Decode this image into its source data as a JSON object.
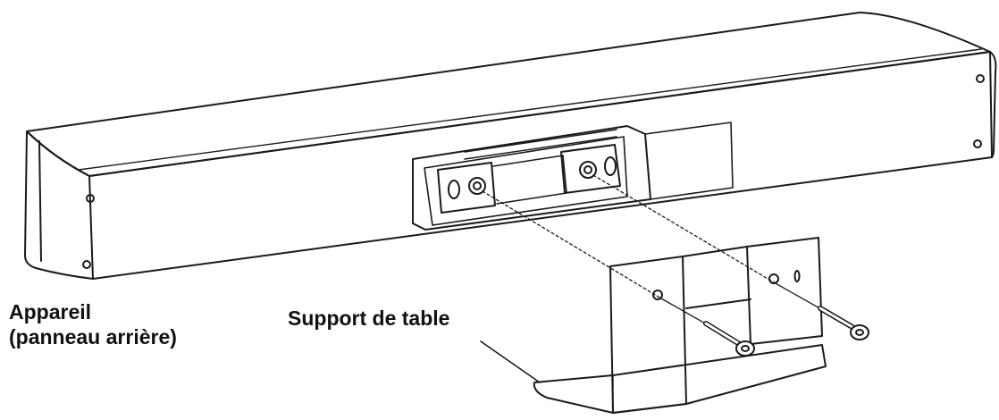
{
  "labels": {
    "device_line1": "Appareil",
    "device_line2": "(panneau arrière)",
    "support": "Support de table"
  },
  "colors": {
    "line": "#1a1a1a",
    "background": "#ffffff",
    "text": "#111111"
  }
}
